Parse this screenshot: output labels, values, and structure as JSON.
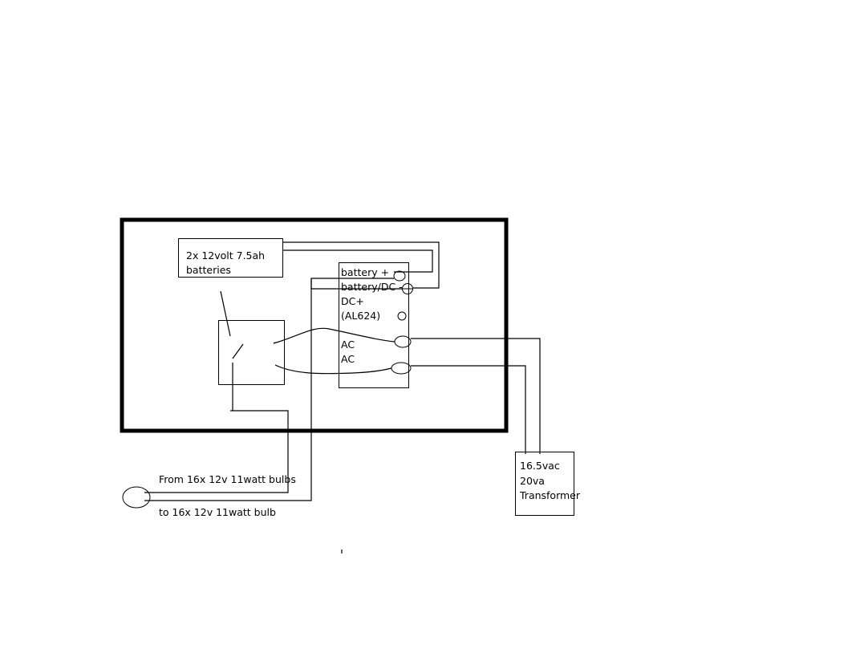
{
  "diagram": {
    "batteries": {
      "line1": "2x 12volt 7.5ah",
      "line2": "batteries"
    },
    "controller": {
      "terminals": [
        "battery +",
        "battery/DC -",
        "DC+",
        "(AL624)",
        "AC",
        "AC"
      ]
    },
    "transformer": {
      "line1": "16.5vac",
      "line2": "20va",
      "line3": "Transformer"
    },
    "bulbs": {
      "from_label": "From 16x 12v 11watt bulbs",
      "to_label": "to 16x 12v 11watt bulb"
    }
  }
}
